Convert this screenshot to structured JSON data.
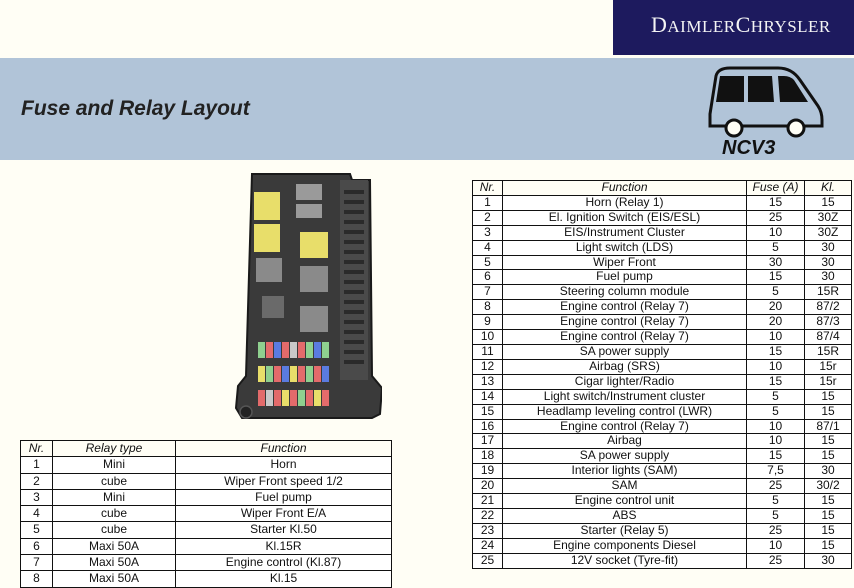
{
  "brand": {
    "first_cap": "D",
    "first_rest": "AIMLER",
    "second_cap": "C",
    "second_rest": "HRYSLER"
  },
  "header": {
    "title": "Fuse and Relay Layout",
    "logo_text": "NCV3"
  },
  "fuse_table": {
    "headers": [
      "Nr.",
      "Function",
      "Fuse (A)",
      "Kl."
    ],
    "rows": [
      [
        "1",
        "Horn (Relay 1)",
        "15",
        "15"
      ],
      [
        "2",
        "El. Ignition Switch (EIS/ESL)",
        "25",
        "30Z"
      ],
      [
        "3",
        "EIS/Instrument Cluster",
        "10",
        "30Z"
      ],
      [
        "4",
        "Light switch (LDS)",
        "5",
        "30"
      ],
      [
        "5",
        "Wiper Front",
        "30",
        "30"
      ],
      [
        "6",
        "Fuel pump",
        "15",
        "30"
      ],
      [
        "7",
        "Steering column module",
        "5",
        "15R"
      ],
      [
        "8",
        "Engine control (Relay 7)",
        "20",
        "87/2"
      ],
      [
        "9",
        "Engine control (Relay 7)",
        "20",
        "87/3"
      ],
      [
        "10",
        "Engine control (Relay 7)",
        "10",
        "87/4"
      ],
      [
        "11",
        "SA power supply",
        "15",
        "15R"
      ],
      [
        "12",
        "Airbag (SRS)",
        "10",
        "15r"
      ],
      [
        "13",
        "Cigar lighter/Radio",
        "15",
        "15r"
      ],
      [
        "14",
        "Light switch/Instrument cluster",
        "5",
        "15"
      ],
      [
        "15",
        "Headlamp leveling control (LWR)",
        "5",
        "15"
      ],
      [
        "16",
        "Engine control (Relay 7)",
        "10",
        "87/1"
      ],
      [
        "17",
        "Airbag",
        "10",
        "15"
      ],
      [
        "18",
        "SA power supply",
        "15",
        "15"
      ],
      [
        "19",
        "Interior lights (SAM)",
        "7,5",
        "30"
      ],
      [
        "20",
        "SAM",
        "25",
        "30/2"
      ],
      [
        "21",
        "Engine control unit",
        "5",
        "15"
      ],
      [
        "22",
        "ABS",
        "5",
        "15"
      ],
      [
        "23",
        "Starter (Relay 5)",
        "25",
        "15"
      ],
      [
        "24",
        "Engine components Diesel",
        "10",
        "15"
      ],
      [
        "25",
        "12V socket (Tyre-fit)",
        "25",
        "30"
      ]
    ]
  },
  "relay_table": {
    "headers": [
      "Nr.",
      "Relay type",
      "Function"
    ],
    "rows": [
      [
        "1",
        "Mini",
        "Horn"
      ],
      [
        "2",
        "cube",
        "Wiper Front  speed 1/2"
      ],
      [
        "3",
        "Mini",
        "Fuel pump"
      ],
      [
        "4",
        "cube",
        "Wiper Front E/A"
      ],
      [
        "5",
        "cube",
        "Starter Kl.50"
      ],
      [
        "6",
        "Maxi 50A",
        "Kl.15R"
      ],
      [
        "7",
        "Maxi 50A",
        "Engine control (Kl.87)"
      ],
      [
        "8",
        "Maxi 50A",
        "Kl.15"
      ]
    ]
  },
  "colors": {
    "brand_bar": "#1d1a5e",
    "header_band": "#b1c4d8",
    "page_bg": "#fffef5",
    "relay_yellow": "#e8de6a",
    "fusebox_body": "#3a3a3a"
  }
}
